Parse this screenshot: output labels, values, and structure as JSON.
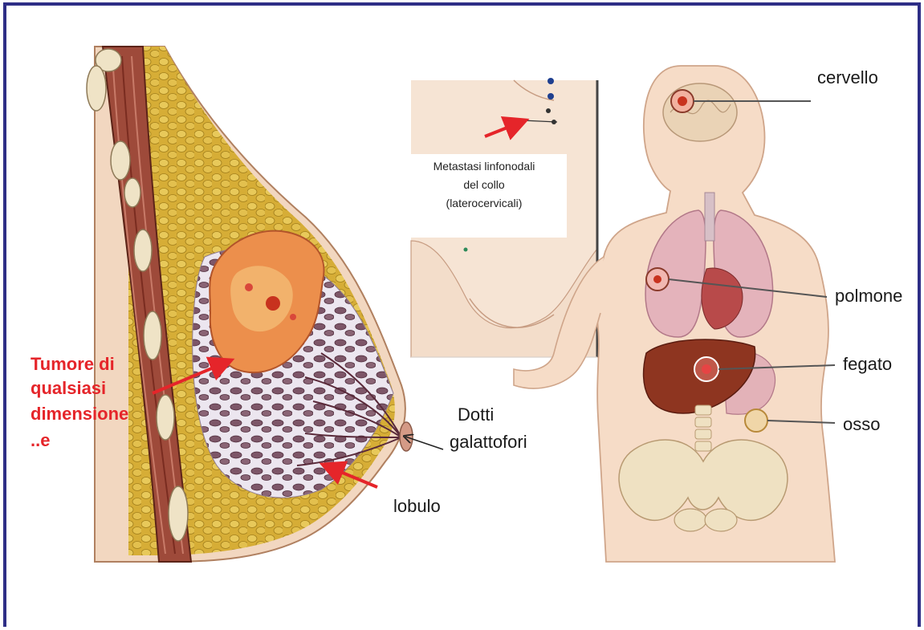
{
  "labels": {
    "tumore": [
      "Tumore di",
      "qualsiasi",
      "dimensione",
      "..e"
    ],
    "dotti": [
      "Dotti",
      "galattofori"
    ],
    "lobulo": "lobulo",
    "metastasi": [
      "Metastasi linfonodali",
      "del collo",
      "(laterocervicali)"
    ],
    "cervello": "cervello",
    "polmone": "polmone",
    "fegato": "fegato",
    "osso": "osso"
  },
  "colors": {
    "frame": "#2e2e86",
    "highlight": "#e5252a",
    "fat": "#d9b23a",
    "skin": "#f4dcc6",
    "tumor": "#e8793c",
    "liver": "#8e3520",
    "lung": "#e4b3bb"
  }
}
